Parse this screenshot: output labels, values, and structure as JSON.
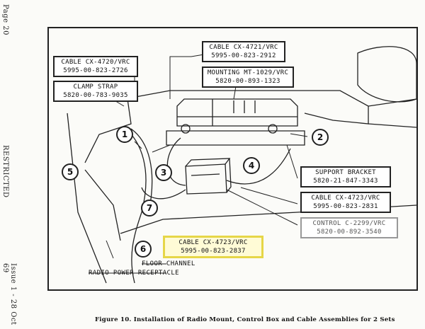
{
  "side_text": {
    "page": "Page 20",
    "restricted": "RESTRICTED",
    "issue": "Issue 1 - 28 Oct 69"
  },
  "labels": {
    "cable_4720": [
      "CABLE CX-4720/VRC",
      "5995-00-823-2726"
    ],
    "clamp_strap": [
      "CLAMP STRAP",
      "5820-00-783-9035"
    ],
    "cable_4721": [
      "CABLE CX-4721/VRC",
      "5995-00-823-2912"
    ],
    "mounting": [
      "MOUNTING MT-1029/VRC",
      "5820-00-893-1323"
    ],
    "support_bracket": [
      "SUPPORT BRACKET",
      "5820-21-847-3343"
    ],
    "cable_4723_right": [
      "CABLE CX-4723/VRC",
      "5995-00-823-2831"
    ],
    "control": [
      "CONTROL C-2299/VRC",
      "5820-00-892-3540"
    ],
    "cable_4723_bottom": [
      "CABLE CX-4723/VRC",
      "5995-00-823-2837"
    ],
    "floor_channel": "FLOOR CHANNEL",
    "radio_power": "RADIO POWER RECEPTACLE"
  },
  "callouts": [
    "1",
    "2",
    "3",
    "4",
    "5",
    "6",
    "7"
  ],
  "caption": "Figure 10.  Installation of Radio Mount, Control Box and Cable Assemblies for 2 Sets",
  "colors": {
    "ink": "#222222",
    "highlight": "#e6d648",
    "faded": "#999999"
  }
}
